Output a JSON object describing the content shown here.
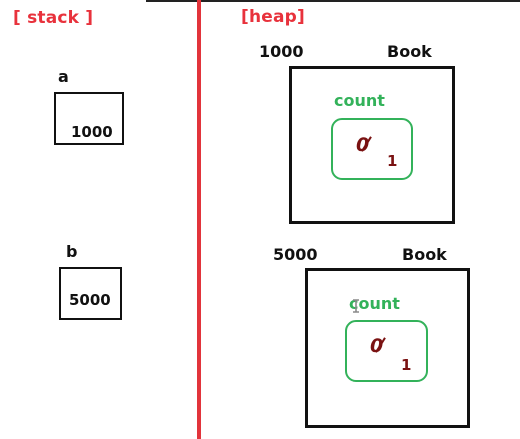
{
  "colors": {
    "label_red": "#e8323c",
    "divider_red": "#e2343b",
    "field_green": "#33b25a",
    "value_maroon": "#7a1212",
    "border": "#111111"
  },
  "stack": {
    "title": "[ stack ]",
    "variables": [
      {
        "name": "a",
        "value": "1000"
      },
      {
        "name": "b",
        "value": "5000"
      }
    ]
  },
  "heap": {
    "title": "[heap]",
    "objects": [
      {
        "address": "1000",
        "class_name": "Book",
        "field": {
          "name": "count",
          "old_value": "0",
          "new_value": "1"
        }
      },
      {
        "address": "5000",
        "class_name": "Book",
        "field": {
          "name": "count",
          "old_value": "0",
          "new_value": "1"
        }
      }
    ]
  }
}
